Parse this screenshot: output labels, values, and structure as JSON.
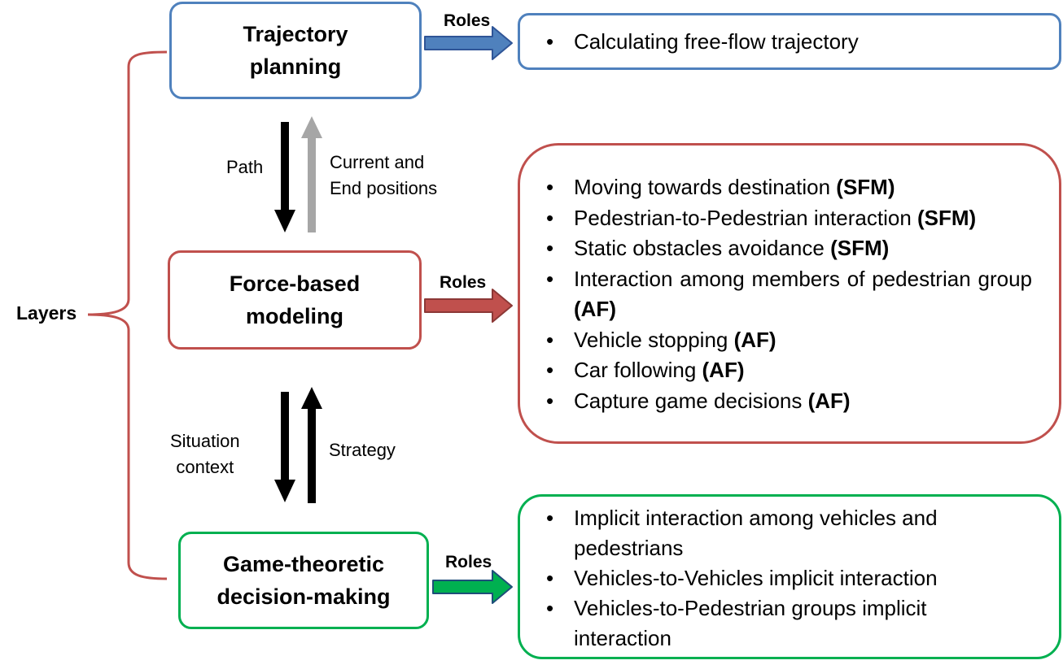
{
  "layers_label": "Layers",
  "layers": {
    "trajectory": {
      "title_lines": [
        "Trajectory",
        "planning"
      ]
    },
    "force": {
      "title_lines": [
        "Force-based",
        "modeling"
      ]
    },
    "game": {
      "title_lines": [
        "Game-theoretic",
        "decision-making"
      ]
    }
  },
  "arrows": {
    "path": "Path",
    "current_end": [
      "Current and",
      "End positions"
    ],
    "situation": [
      "Situation",
      "context"
    ],
    "strategy": "Strategy"
  },
  "roles_label": "Roles",
  "roles": {
    "trajectory": [
      {
        "text": "Calculating free-flow trajectory",
        "tag": ""
      }
    ],
    "force": [
      {
        "text": "Moving towards destination ",
        "tag": "(SFM)"
      },
      {
        "text": "Pedestrian-to-Pedestrian interaction ",
        "tag": "(SFM)"
      },
      {
        "text": "Static obstacles avoidance ",
        "tag": "(SFM)"
      },
      {
        "text": "Interaction among members of pedestrian group ",
        "tag": "(AF)"
      },
      {
        "text": "Vehicle stopping ",
        "tag": "(AF)"
      },
      {
        "text": "Car following ",
        "tag": "(AF)"
      },
      {
        "text": "Capture game decisions ",
        "tag": "(AF)"
      }
    ],
    "game": [
      {
        "text": "Implicit interaction among vehicles and pedestrians",
        "tag": ""
      },
      {
        "text": "Vehicles-to-Vehicles implicit interaction",
        "tag": ""
      },
      {
        "text": "Vehicles-to-Pedestrian groups implicit interaction",
        "tag": ""
      }
    ]
  },
  "colors": {
    "blue": "#4f81bd",
    "red": "#c0504d",
    "green": "#00b050",
    "gray": "#a6a6a6"
  }
}
